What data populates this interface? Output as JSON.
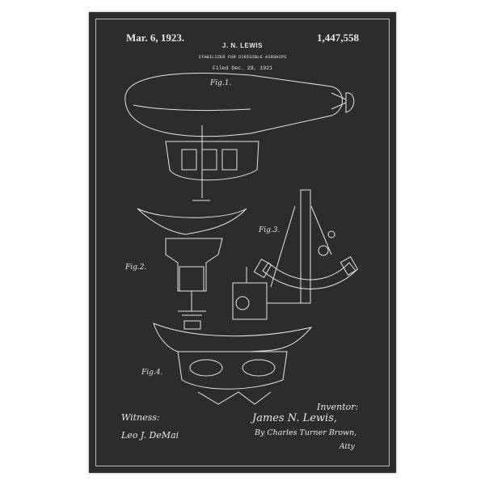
{
  "header": {
    "date": "Mar. 6, 1923.",
    "patent_number": "1,447,558",
    "inventor_name": "J. N. LEWIS",
    "title": "STABILIZER FOR DIRIGIBLE AIRSHIPS",
    "filed": "Filed Dec. 29, 1921"
  },
  "figures": {
    "fig1": "Fig.1.",
    "fig2": "Fig.2.",
    "fig3": "Fig.3.",
    "fig4": "Fig.4."
  },
  "footer": {
    "witness_label": "Witness:",
    "witness_signature": "Leo J. DeMai",
    "inventor_label": "Inventor:",
    "inventor_signature": "James N. Lewis,",
    "attorney": "By Charles Turner Brown,",
    "attorney_suffix": "Atty"
  }
}
